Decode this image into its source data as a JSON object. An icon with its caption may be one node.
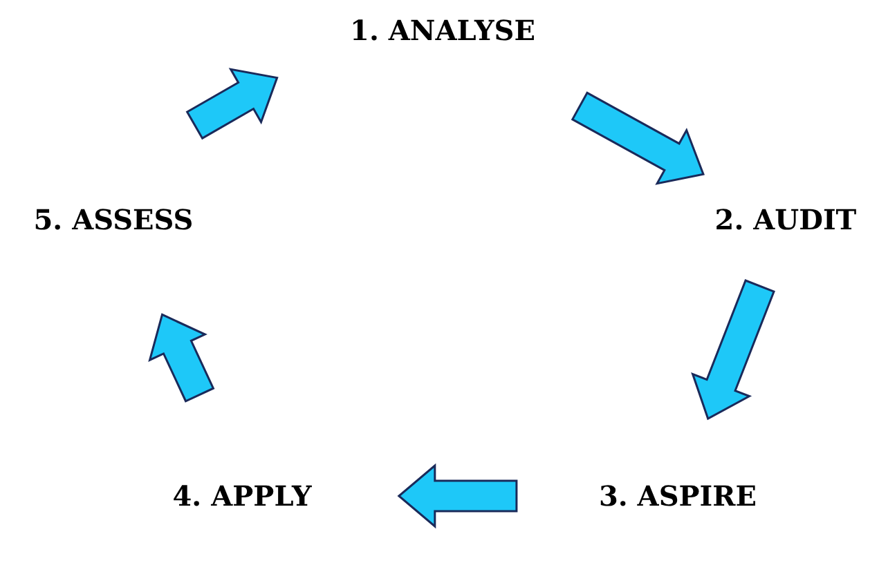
{
  "diagram": {
    "nodes": [
      {
        "text": [
          "1. ANALYSE"
        ]
      },
      {
        "text": [
          "2. AUDIT"
        ]
      },
      {
        "text": [
          "3. ASPIRE"
        ]
      },
      {
        "text": [
          "4. APPLY"
        ]
      },
      {
        "text": [
          "5. ASSESS"
        ]
      }
    ],
    "edges": [
      {
        "from": 0,
        "to": 1,
        "arrow": "to"
      },
      {
        "from": 1,
        "to": 2,
        "arrow": "to"
      },
      {
        "from": 2,
        "to": 3,
        "arrow": "to"
      },
      {
        "from": 3,
        "to": 4,
        "arrow": "to"
      },
      {
        "from": 4,
        "to": 0,
        "arrow": "to"
      }
    ]
  }
}
